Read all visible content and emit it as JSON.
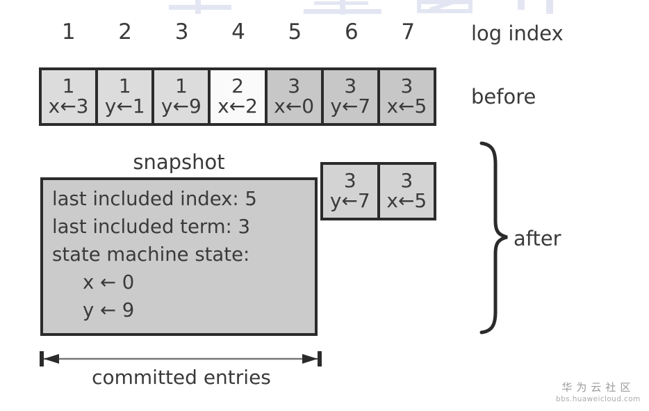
{
  "diagram": {
    "log_index_label": "log index",
    "log_indices": [
      "1",
      "2",
      "3",
      "4",
      "5",
      "6",
      "7"
    ],
    "before_label": "before",
    "before_entries": [
      {
        "term": "1",
        "command": "x←3",
        "tone": "light"
      },
      {
        "term": "1",
        "command": "y←1",
        "tone": "light"
      },
      {
        "term": "1",
        "command": "y←9",
        "tone": "light"
      },
      {
        "term": "2",
        "command": "x←2",
        "tone": "white"
      },
      {
        "term": "3",
        "command": "x←0",
        "tone": "mid"
      },
      {
        "term": "3",
        "command": "y←7",
        "tone": "mid"
      },
      {
        "term": "3",
        "command": "x←5",
        "tone": "mid"
      }
    ],
    "snapshot": {
      "label": "snapshot",
      "lines": [
        "last included index: 5",
        "last included term: 3",
        "state machine state:"
      ],
      "state_lines": [
        "x ← 0",
        "y ← 9"
      ]
    },
    "after_label": "after",
    "after_entries": [
      {
        "term": "3",
        "command": "y←7",
        "tone": "after"
      },
      {
        "term": "3",
        "command": "x←5",
        "tone": "after"
      }
    ],
    "committed_label": "committed entries"
  },
  "watermark": {
    "community": "华为云社区",
    "site": "bbs.huaweicloud.com"
  },
  "colors": {
    "border": "#2b2b2b",
    "text": "#3a3a3a",
    "cell_light": "#dcdcdc",
    "cell_white": "#fafafa",
    "cell_mid": "#c7c7c7",
    "snapshot_fill": "#cbcbcb",
    "after_fill": "#d3d3d3",
    "top_watermark_blue": "#e3e6f2",
    "bottom_watermark_gray": "#9a9a9a"
  }
}
